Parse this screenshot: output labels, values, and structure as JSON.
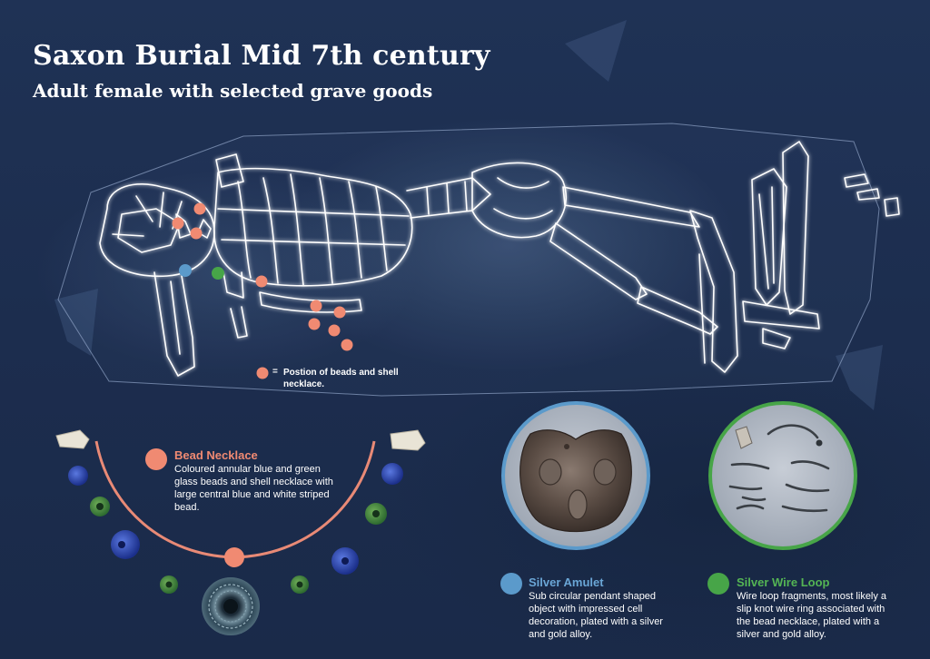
{
  "header": {
    "title": "Saxon Burial Mid 7th century",
    "subtitle": "Adult female with selected grave goods"
  },
  "legend": {
    "marker_symbol": "=",
    "text": "Postion of beads and shell necklace."
  },
  "panels": {
    "bead_necklace": {
      "title": "Bead Necklace",
      "description": "Coloured annular blue and green glass beads and shell necklace with large central blue and white striped bead."
    },
    "silver_amulet": {
      "title": "Silver Amulet",
      "description": "Sub circular pendant shaped object with impressed cell decoration, plated with a silver and gold alloy."
    },
    "silver_wire_loop": {
      "title": "Silver Wire Loop",
      "description": "Wire loop fragments, most likely a slip knot wire ring associated with the bead necklace, plated with a silver and gold alloy."
    }
  },
  "colors": {
    "background": "#1d2e4f",
    "bead_marker": "#f08a72",
    "amulet_marker": "#5b9acb",
    "wire_marker": "#47a548",
    "necklace_arc": "#e98a76",
    "text": "#ffffff"
  },
  "icons": {
    "scale_markers": "north-arrow-icon",
    "bead_marker": "salmon-dot-icon",
    "amulet_marker": "blue-dot-icon",
    "wire_marker": "green-dot-icon"
  }
}
